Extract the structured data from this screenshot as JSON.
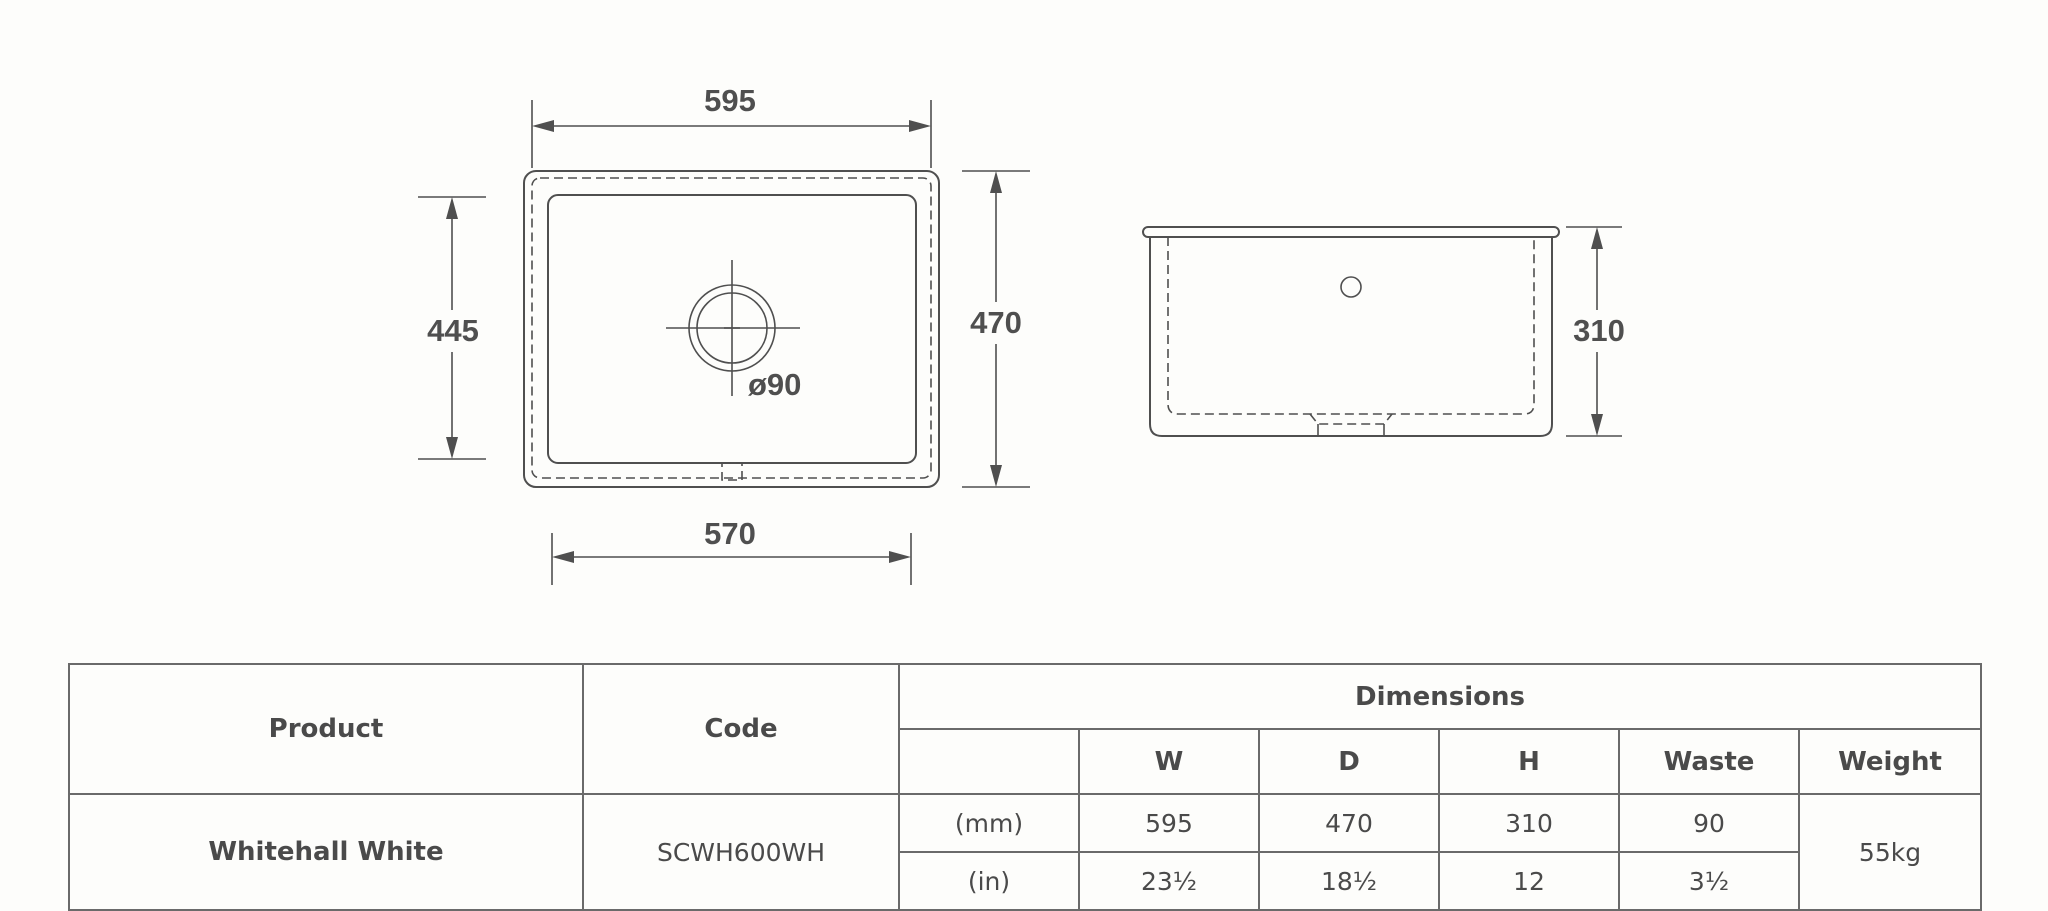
{
  "drawing": {
    "plan_view": {
      "overall_width": "595",
      "bowl_width": "570",
      "bowl_depth": "445",
      "overall_depth": "470",
      "waste_diameter": "ø90"
    },
    "side_view": {
      "height": "310"
    }
  },
  "table": {
    "headers": {
      "product": "Product",
      "code": "Code",
      "dimensions": "Dimensions",
      "w": "W",
      "d": "D",
      "h": "H",
      "waste": "Waste",
      "weight": "Weight"
    },
    "row": {
      "product": "Whitehall White",
      "code": "SCWH600WH",
      "weight": "55kg",
      "mm": {
        "unit": "(mm)",
        "w": "595",
        "d": "470",
        "h": "310",
        "waste": "90"
      },
      "in": {
        "unit": "(in)",
        "w": "23½",
        "d": "18½",
        "h": "12",
        "waste": "3½"
      }
    }
  }
}
